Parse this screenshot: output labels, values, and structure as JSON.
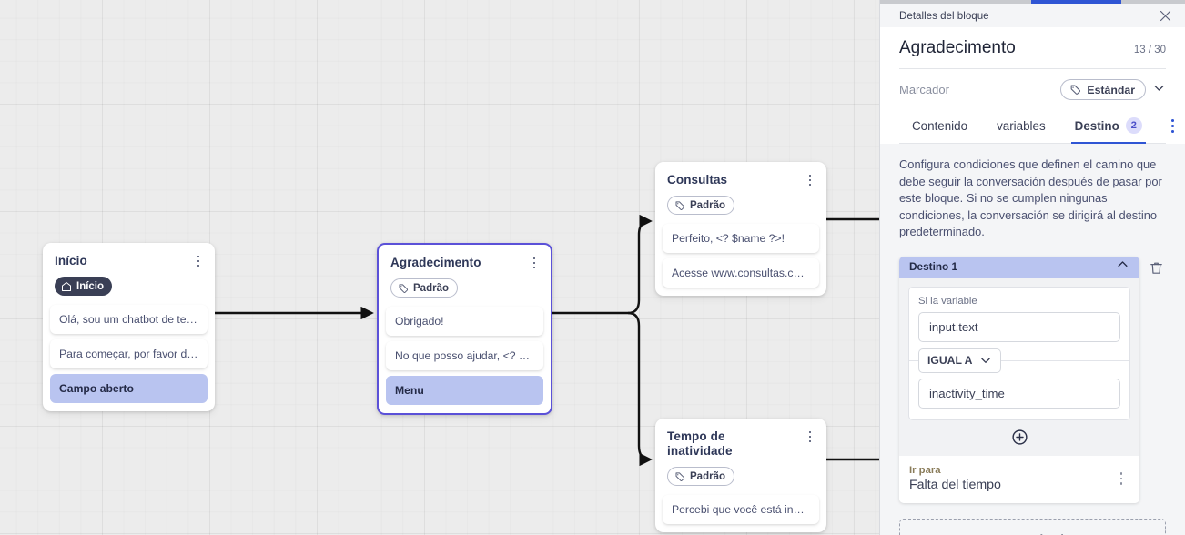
{
  "canvas": {
    "nodes": [
      {
        "id": "inicio",
        "title": "Início",
        "chip": {
          "label": "Início",
          "style": "dark",
          "icon": "home-icon"
        },
        "messages": [
          {
            "text": "Olá, sou um chatbot de teste!",
            "highlight": false
          },
          {
            "text": "Para começar, por favor digite o ...",
            "highlight": false
          },
          {
            "text": "Campo aberto",
            "highlight": true
          }
        ]
      },
      {
        "id": "agradecimento",
        "title": "Agradecimento",
        "selected": true,
        "chip": {
          "label": "Padrão",
          "style": "light",
          "icon": "tag-icon"
        },
        "messages": [
          {
            "text": "Obrigado!",
            "highlight": false
          },
          {
            "text": "No que posso ajudar, <? $name ...",
            "highlight": false
          },
          {
            "text": "Menu",
            "highlight": true
          }
        ]
      },
      {
        "id": "consultas",
        "title": "Consultas",
        "chip": {
          "label": "Padrão",
          "style": "light",
          "icon": "tag-icon"
        },
        "messages": [
          {
            "text": "Perfeito, <? $name ?>!",
            "highlight": false
          },
          {
            "text": "Acesse www.consultas.com par...",
            "highlight": false
          }
        ]
      },
      {
        "id": "inatividade",
        "title": "Tempo de inatividade",
        "chip": {
          "label": "Padrão",
          "style": "light",
          "icon": "tag-icon"
        },
        "messages": [
          {
            "text": "Percebi que você está inativo. C...",
            "highlight": false
          }
        ]
      }
    ]
  },
  "panel": {
    "header_title": "Detalles del bloque",
    "close_icon": "close-icon",
    "block_title": "Agradecimento",
    "char_count": "13 / 30",
    "marker": {
      "label": "Marcador",
      "chip_label": "Estándar",
      "chip_icon": "tag-icon",
      "caret_icon": "chevron-down-icon"
    },
    "tabs": [
      {
        "label": "Contenido",
        "active": false,
        "badge": ""
      },
      {
        "label": "variables",
        "active": false,
        "badge": ""
      },
      {
        "label": "Destino",
        "active": true,
        "badge": "2"
      }
    ],
    "tabs_more_icon": "more-vertical-icon",
    "description": "Configura condiciones que definen el camino que debe seguir la conversación después de pasar por este bloque. Si no se cumplen ningunas condiciones, la conversación se dirigirá al destino predeterminado.",
    "destination": {
      "head_label": "Destino 1",
      "collapse_icon": "chevron-up-icon",
      "delete_icon": "trash-icon",
      "condition_label": "Si la variable",
      "variable_value": "input.text",
      "operator_label": "IGUAL A",
      "operator_caret_icon": "chevron-down-icon",
      "compare_value": "inactivity_time",
      "add_condition_icon": "plus-circle-icon",
      "goto_label": "Ir para",
      "goto_value": "Falta del tiempo",
      "goto_menu_icon": "more-vertical-icon"
    },
    "add_destination_label": "Agregar destino"
  },
  "colors": {
    "accent_blue": "#2f55d4",
    "node_selected": "#5b51d8",
    "highlight": "#b9c4f0",
    "canvas_bg": "#ececec",
    "panel_bg": "#f4f5f7"
  }
}
